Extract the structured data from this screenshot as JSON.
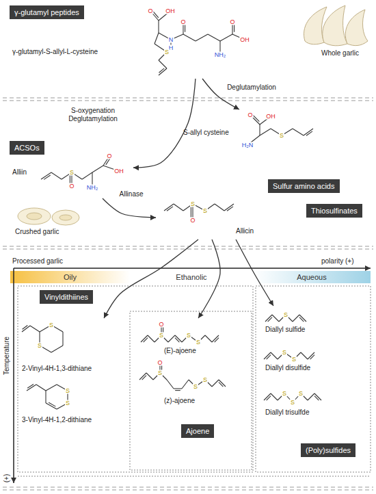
{
  "diagram": {
    "nodes": [
      {
        "text": [
          "γ-glutamyl peptides"
        ]
      },
      {
        "text": [
          "γ-glutamyl-S-allyl-L-cysteine"
        ]
      },
      {
        "text": [
          "ACSOs"
        ]
      },
      {
        "text": [
          "Alliin"
        ]
      },
      {
        "text": [
          "Sulfur amino acids"
        ]
      },
      {
        "text": [
          "S-allyl cysteine"
        ]
      },
      {
        "text": [
          "Thiosulfinates"
        ]
      },
      {
        "text": [
          "Allicin"
        ]
      },
      {
        "text": [
          "Oily"
        ]
      },
      {
        "text": [
          "Ethanolic"
        ]
      },
      {
        "text": [
          "Aqueous"
        ]
      },
      {
        "text": [
          "Vinyldithiines"
        ]
      },
      {
        "text": [
          "2-Vinyl-4H-1,3-dithiane"
        ]
      },
      {
        "text": [
          "3-Vinyl-4H-1,2-dithiane"
        ]
      },
      {
        "text": [
          "(E)-ajoene"
        ]
      },
      {
        "text": [
          "(z)-ajoene"
        ]
      },
      {
        "text": [
          "Ajoene"
        ]
      },
      {
        "text": [
          "Diallyl sulfide"
        ]
      },
      {
        "text": [
          "Diallyl disulfide"
        ]
      },
      {
        "text": [
          "Diallyl trisulfde"
        ]
      },
      {
        "text": [
          "(Poly)sulfides"
        ]
      }
    ],
    "edges": [
      {
        "from": 1,
        "to": 3,
        "label": "S-oxygenation Deglutamylation",
        "arrow": "to"
      },
      {
        "from": 1,
        "to": 5,
        "label": "Deglutamylation",
        "arrow": "to"
      },
      {
        "from": 3,
        "to": 7,
        "label": "Allinase",
        "arrow": "to"
      },
      {
        "from": 7,
        "to": 12,
        "arrow": "to"
      },
      {
        "from": 7,
        "to": 14,
        "arrow": "to"
      },
      {
        "from": 7,
        "to": 17,
        "arrow": "to"
      }
    ],
    "labels": [
      "Whole garlic",
      "Crushed garlic",
      "Processed garlic",
      "polarity (+)",
      "Temperature",
      "(+)",
      "O",
      "OH",
      "N",
      "H",
      "O",
      "NH₂",
      "O",
      "OH",
      "S",
      "S",
      "O",
      "NH₂",
      "O",
      "OH",
      "O",
      "OH",
      "H₂N",
      "S",
      "S",
      "S",
      "O",
      "S",
      "S",
      "S",
      "S",
      "O",
      "S",
      "S",
      "S",
      "O",
      "S",
      "S",
      "S",
      "S",
      "S",
      "S",
      "S",
      "S",
      "S"
    ]
  }
}
